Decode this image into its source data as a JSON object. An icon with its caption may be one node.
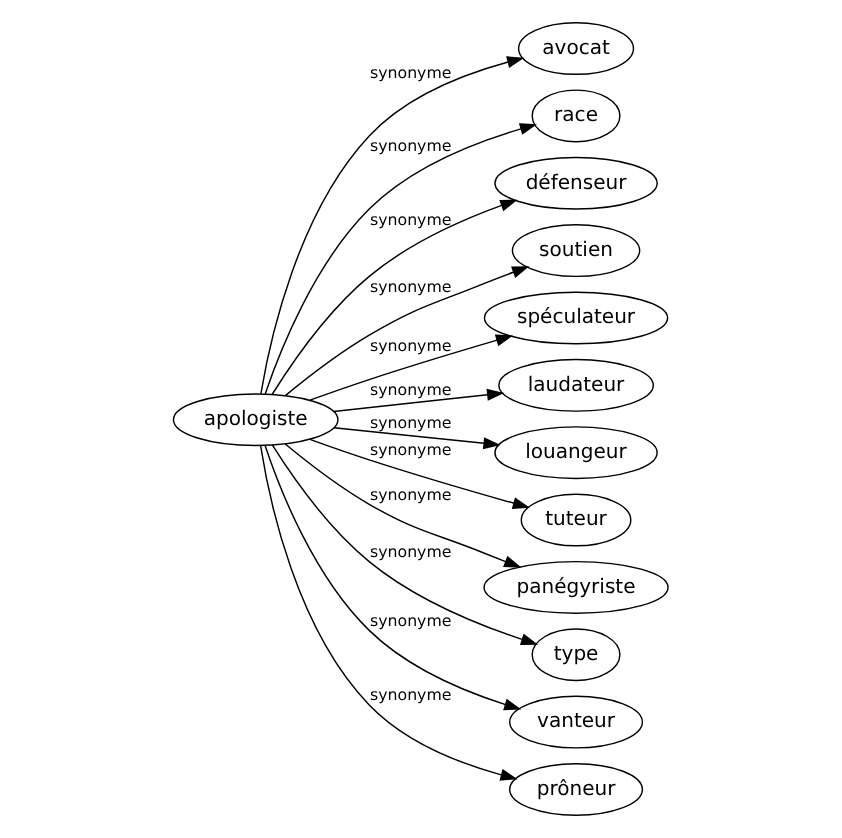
{
  "diagram": {
    "nodes": [
      {
        "text": [
          "apologiste"
        ]
      },
      {
        "text": [
          "avocat"
        ]
      },
      {
        "text": [
          "race"
        ]
      },
      {
        "text": [
          "défenseur"
        ]
      },
      {
        "text": [
          "soutien"
        ]
      },
      {
        "text": [
          "spéculateur"
        ]
      },
      {
        "text": [
          "laudateur"
        ]
      },
      {
        "text": [
          "louangeur"
        ]
      },
      {
        "text": [
          "tuteur"
        ]
      },
      {
        "text": [
          "panégyriste"
        ]
      },
      {
        "text": [
          "type"
        ]
      },
      {
        "text": [
          "vanteur"
        ]
      },
      {
        "text": [
          "prôneur"
        ]
      }
    ],
    "edges": [
      {
        "from": 0,
        "to": 1,
        "arrow": "to",
        "label": "synonyme"
      },
      {
        "from": 0,
        "to": 2,
        "arrow": "to",
        "label": "synonyme"
      },
      {
        "from": 0,
        "to": 3,
        "arrow": "to",
        "label": "synonyme"
      },
      {
        "from": 0,
        "to": 4,
        "arrow": "to",
        "label": "synonyme"
      },
      {
        "from": 0,
        "to": 5,
        "arrow": "to",
        "label": "synonyme"
      },
      {
        "from": 0,
        "to": 6,
        "arrow": "to",
        "label": "synonyme"
      },
      {
        "from": 0,
        "to": 7,
        "arrow": "to",
        "label": "synonyme"
      },
      {
        "from": 0,
        "to": 8,
        "arrow": "to",
        "label": "synonyme"
      },
      {
        "from": 0,
        "to": 9,
        "arrow": "to",
        "label": "synonyme"
      },
      {
        "from": 0,
        "to": 10,
        "arrow": "to",
        "label": "synonyme"
      },
      {
        "from": 0,
        "to": 11,
        "arrow": "to",
        "label": "synonyme"
      },
      {
        "from": 0,
        "to": 12,
        "arrow": "to",
        "label": "synonyme"
      }
    ]
  }
}
